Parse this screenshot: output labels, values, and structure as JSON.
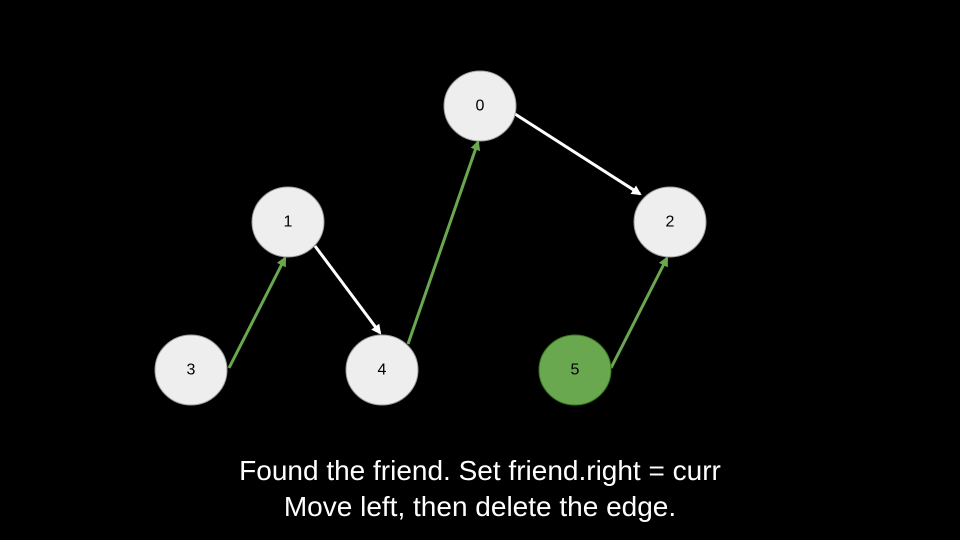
{
  "colors": {
    "background": "#000000",
    "node_fill": "#eeeeee",
    "node_stroke": "#9e9e9e",
    "highlight_fill": "#6aa84f",
    "highlight_stroke": "#38761d",
    "white_edge": "#ffffff",
    "green_edge": "#6aa84f"
  },
  "nodes": [
    {
      "id": "n0",
      "label": "0",
      "highlighted": false
    },
    {
      "id": "n1",
      "label": "1",
      "highlighted": false
    },
    {
      "id": "n2",
      "label": "2",
      "highlighted": false
    },
    {
      "id": "n3",
      "label": "3",
      "highlighted": false
    },
    {
      "id": "n4",
      "label": "4",
      "highlighted": false
    },
    {
      "id": "n5",
      "label": "5",
      "highlighted": true
    }
  ],
  "edges": [
    {
      "from": "1",
      "to": "4",
      "color": "white"
    },
    {
      "from": "0",
      "to": "2",
      "color": "white"
    },
    {
      "from": "3",
      "to": "1",
      "color": "green"
    },
    {
      "from": "4",
      "to": "0",
      "color": "green"
    },
    {
      "from": "5",
      "to": "2",
      "color": "green"
    }
  ],
  "caption": {
    "line1": "Found the friend. Set friend.right = curr",
    "line2": "Move left, then delete the edge."
  }
}
